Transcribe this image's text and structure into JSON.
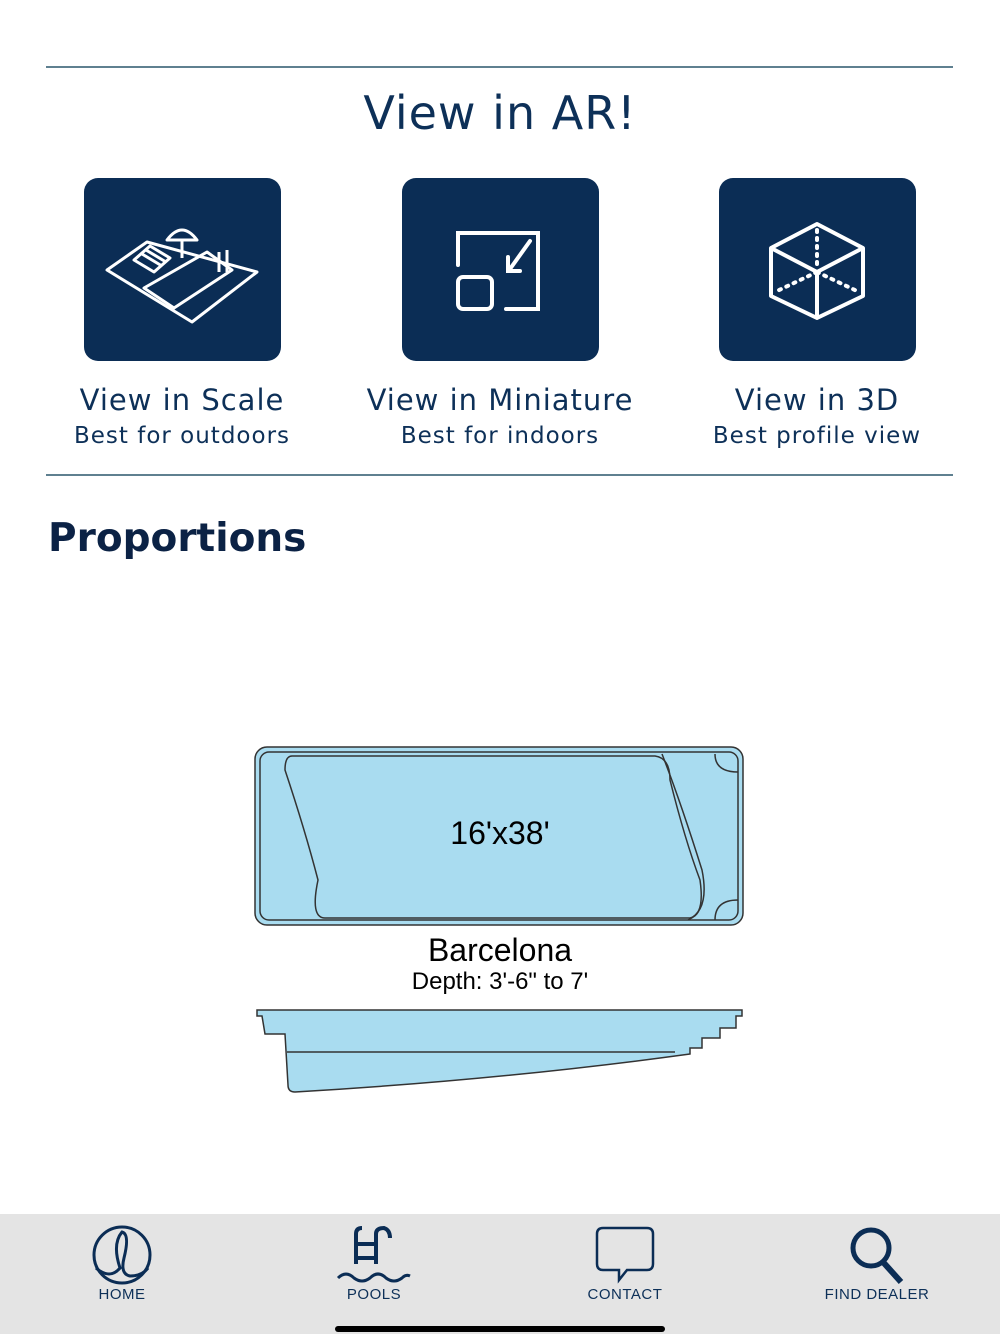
{
  "ar": {
    "title": "View in AR!",
    "options": [
      {
        "label": "View in Scale",
        "sub": "Best for outdoors",
        "icon": "pool-scene-icon"
      },
      {
        "label": "View in Miniature",
        "sub": "Best for indoors",
        "icon": "shrink-icon"
      },
      {
        "label": "View in 3D",
        "sub": "Best profile view",
        "icon": "cube-icon"
      }
    ]
  },
  "proportions": {
    "heading": "Proportions",
    "size": "16'x38'",
    "name": "Barcelona",
    "depth": "Depth: 3'-6\" to 7'"
  },
  "nav": [
    {
      "label": "HOME"
    },
    {
      "label": "POOLS"
    },
    {
      "label": "CONTACT"
    },
    {
      "label": "FIND DEALER"
    }
  ],
  "colors": {
    "navy": "#0b2d55",
    "pool": "#a9dcf0",
    "navbar": "#e4e4e4"
  }
}
